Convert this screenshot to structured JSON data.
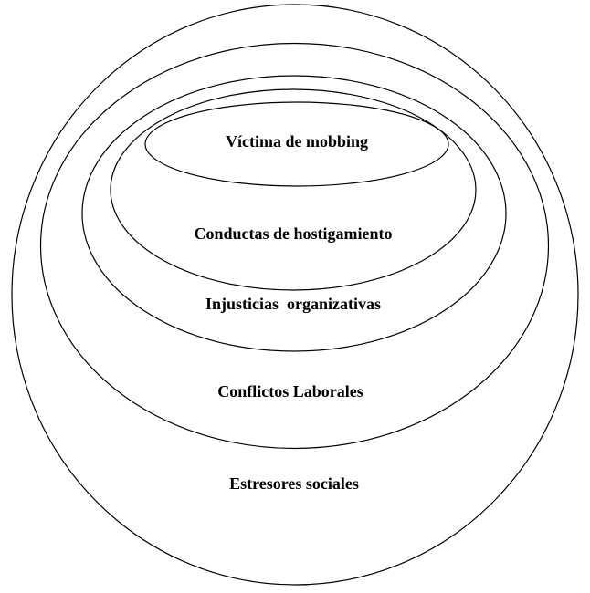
{
  "diagram": {
    "layers": [
      {
        "label": "Estresores sociales"
      },
      {
        "label": "Conflictos Laborales"
      },
      {
        "label": "Injusticias  organizativas"
      },
      {
        "label": "Conductas de hostigamiento"
      },
      {
        "label": "Víctima de mobbing"
      }
    ]
  }
}
